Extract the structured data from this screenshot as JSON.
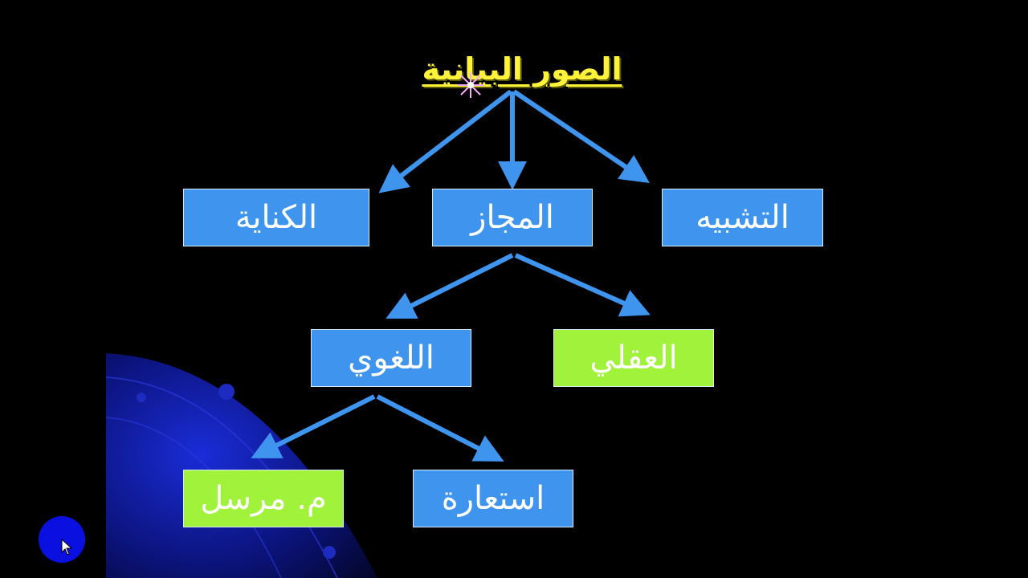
{
  "diagram": {
    "title": "الصور البيانية",
    "nodes": {
      "tashbih": "التشبيه",
      "majaz": "المجاز",
      "kinaya": "الكناية",
      "aqli": "العقلي",
      "lughawi": "اللغوي",
      "istiara": "استعارة",
      "mursal": "م. مرسل"
    },
    "colors": {
      "background": "#000000",
      "title_text": "#fff23a",
      "blue_box": "#3f95ee",
      "green_box": "#a1f23a",
      "arrow": "#3f95ee"
    }
  }
}
